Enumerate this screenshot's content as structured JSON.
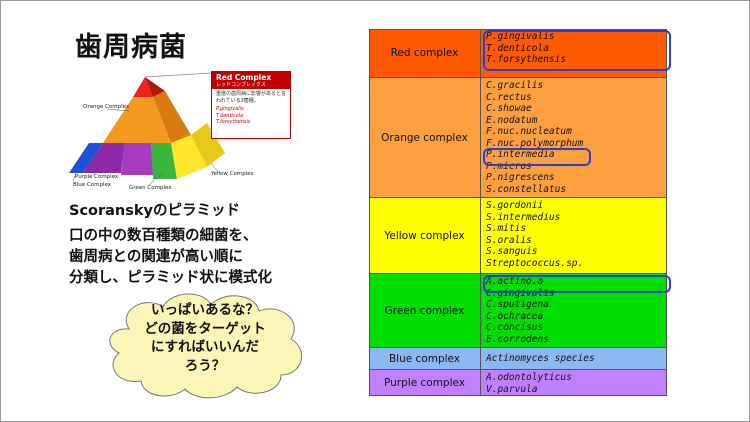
{
  "title": "歯周病菌",
  "pyramid": {
    "callout_title": "Red Complex",
    "callout_subtitle": "レッドコンプレックス",
    "callout_desc": "重度の歯周病に影響があると言われている3菌種。",
    "callout_species": [
      "P.gingivalis",
      "T.denticola",
      "T.forsythensis"
    ],
    "labels": {
      "orange": "Orange Complex",
      "purple": "Purple Complex",
      "blue": "Blue Complex",
      "green": "Green Complex",
      "yellow": "Yellow Complex"
    },
    "colors": {
      "red": "#e8261c",
      "orange": "#f39a1e",
      "orange_shade": "#d97b10",
      "yellow": "#ffe52b",
      "green": "#3cb53c",
      "blue": "#1a52d8",
      "purple": "#8e2aa8"
    }
  },
  "subtitle": "Scoranskyのピラミッド",
  "description": [
    "口の中の数百種類の細菌を、",
    "歯周病との関連が高い順に",
    "分類し、ピラミッド状に模式化"
  ],
  "cloud": {
    "lines": [
      "いっぱいあるな？",
      "どの菌をターゲット",
      "にすればいいんだ",
      "ろう？"
    ],
    "fill": "#fbf5b8"
  },
  "table": {
    "highlight_color": "#2a3fd0",
    "rows": [
      {
        "name": "Red complex",
        "color": "#ff5a00",
        "species": [
          "P.gingivalis",
          "T.denticola",
          "T.forsythensis"
        ]
      },
      {
        "name": "Orange complex",
        "color": "#ffa040",
        "species": [
          "C.gracilis",
          "C.rectus",
          "C.showae",
          "E.nodatum",
          "F.nuc.nucleatum",
          "F.nuc.polymorphum",
          "P.intermedia",
          "P.micros",
          "P.nigrescens",
          "S.constellatus"
        ]
      },
      {
        "name": "Yellow complex",
        "color": "#ffff00",
        "species": [
          "S.gordonii",
          "S.intermedius",
          "S.mitis",
          "S.oralis",
          "S.sanguis",
          "Streptococcus.sp."
        ]
      },
      {
        "name": "Green complex",
        "color": "#00dd00",
        "species": [
          "A.actino.a",
          "C.gingivalis",
          "C.sputigena",
          "C.ochracea",
          "C.concisus",
          "E.corrodens"
        ]
      },
      {
        "name": "Blue complex",
        "color": "#8ab8f0",
        "species": [
          "Actinomyces species"
        ]
      },
      {
        "name": "Purple complex",
        "color": "#c080ff",
        "species": [
          "A.odontolyticus",
          "V.parvula"
        ]
      }
    ]
  }
}
